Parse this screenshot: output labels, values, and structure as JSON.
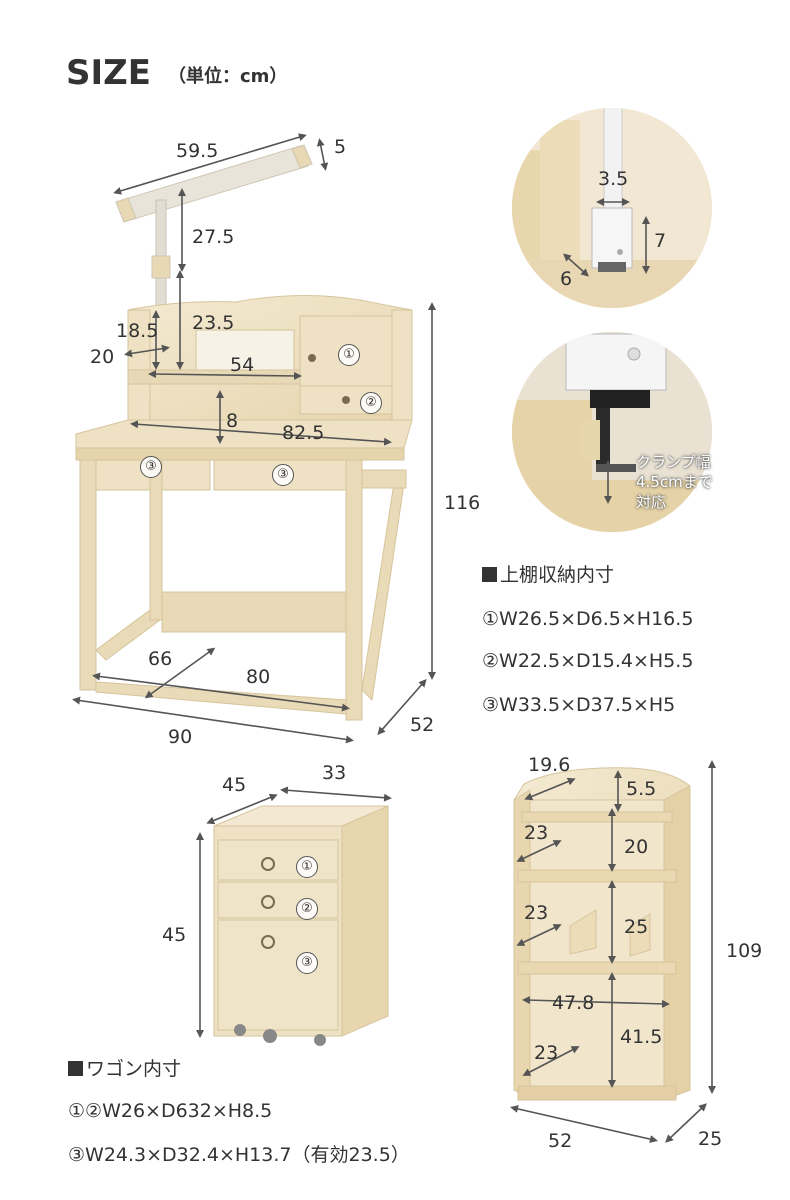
{
  "header": {
    "title": "SIZE",
    "unit": "（単位：cm）"
  },
  "desk": {
    "dims": {
      "lamp_width": "59.5",
      "lamp_depth": "5",
      "lamp_height": "27.5",
      "lamp_arm": "18.5",
      "shelf_height": "23.5",
      "shelf_gap": "20",
      "shelf_width": "54",
      "under_shelf": "8",
      "desk_inner": "82.5",
      "total_height": "116",
      "leg_depth": "66",
      "leg_width": "80",
      "width": "90",
      "depth": "52"
    },
    "markers": [
      "①",
      "②",
      "③",
      "③"
    ]
  },
  "detail_lamp": {
    "dims": {
      "width": "3.5",
      "height": "7",
      "depth": "6"
    }
  },
  "detail_clamp": {
    "note_lines": [
      "クランプ幅",
      "4.5cmまで",
      "対応"
    ]
  },
  "upper_shelf_specs": {
    "heading": "上棚収納内寸",
    "items": [
      "①W26.5×D6.5×H16.5",
      "②W22.5×D15.4×H5.5",
      "③W33.5×D37.5×H5"
    ]
  },
  "wagon": {
    "dims": {
      "depth": "45",
      "width": "33",
      "height": "45"
    },
    "markers": [
      "①",
      "②",
      "③"
    ]
  },
  "wagon_specs": {
    "heading": "ワゴン内寸",
    "items": [
      "①②W26×D632×H8.5",
      "③W24.3×D32.4×H13.7（有効23.5）"
    ]
  },
  "bookshelf": {
    "dims": {
      "top_depth": "19.6",
      "top_height": "5.5",
      "shelf1_depth": "23",
      "shelf1_height": "20",
      "shelf2_depth": "23",
      "shelf2_height": "25",
      "inner_width": "47.8",
      "bottom_height": "41.5",
      "bottom_depth": "23",
      "total_height": "109",
      "width": "52",
      "depth": "25"
    }
  },
  "colors": {
    "wood": "#efe2c4",
    "wood_edge": "#d6c49c",
    "text": "#333333",
    "accent": "#555555"
  }
}
